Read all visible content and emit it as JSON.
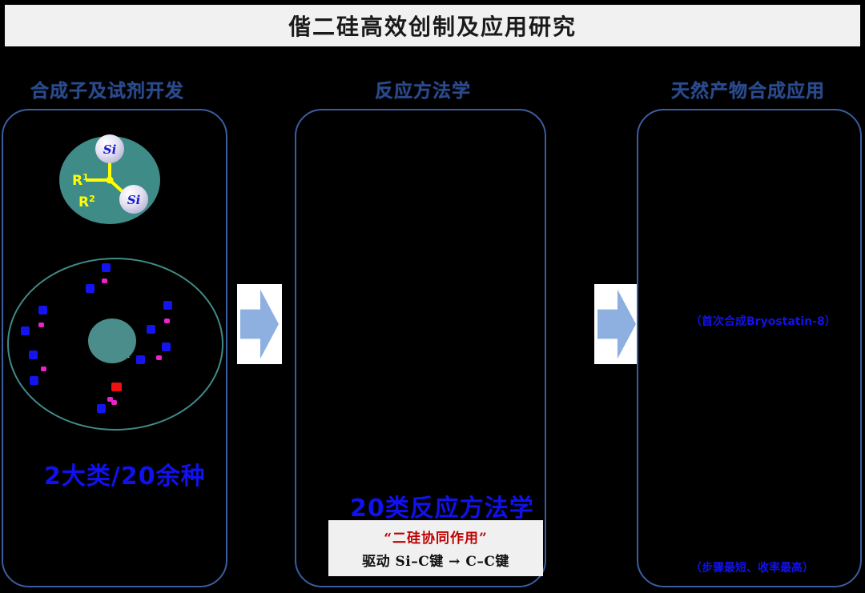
{
  "title": "偕二硅高效创制及应用研究",
  "columns": [
    {
      "header": "合成子及试剂开发",
      "summary": "2大类/20余种"
    },
    {
      "header": "反应方法学",
      "summary": "20类反应方法学"
    },
    {
      "header": "天然产物合成应用",
      "summary": ""
    }
  ],
  "panel1": {
    "molecule": {
      "r1": "R",
      "r1_sup": "1",
      "r2": "R",
      "r2_sup": "2",
      "si_label": "Si"
    },
    "summary_label": "2大类/20余种"
  },
  "panel2": {
    "summary_label": "20类反应方法学",
    "callout_line_1": "“二硅协同作用”",
    "callout_line_2": "驱动 Si–C键 → C–C键"
  },
  "panel3": {
    "note_top": "（首次合成Bryostatin-8）",
    "note_bottom": "（步骤最短、收率最高）"
  },
  "arrows": {
    "arrow_1": "right-arrow",
    "arrow_2": "right-arrow"
  },
  "colors": {
    "background": "#000000",
    "banner": "#f1f1f1",
    "header_blue": "#2a4a8c",
    "panel_border": "#3b5da0",
    "accent_blue": "#1111ee",
    "teal": "#3f8b88",
    "yellow": "#ffff00",
    "magenta": "#ee22cc",
    "red": "#c00000",
    "arrow_blue": "#8db0e0"
  }
}
